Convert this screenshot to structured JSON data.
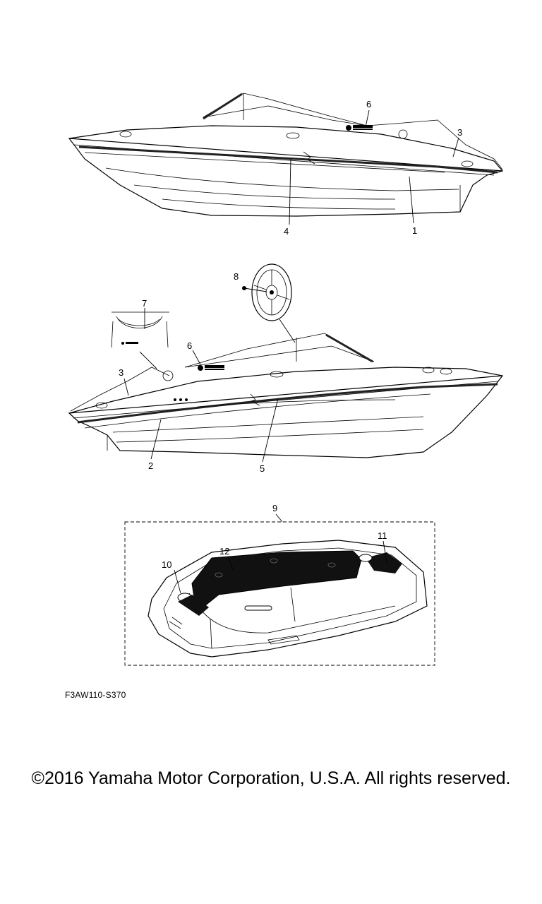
{
  "diagram": {
    "drawing_id": "F3AW110-S370",
    "copyright": "©2016 Yamaha Motor Corporation, U.S.A. All rights reserved.",
    "callouts": {
      "c1": "1",
      "c2": "2",
      "c3a": "3",
      "c3b": "3",
      "c4": "4",
      "c5": "5",
      "c6a": "6",
      "c6b": "6",
      "c7": "7",
      "c8": "8",
      "c9": "9",
      "c10": "10",
      "c11": "11",
      "c12": "12"
    }
  }
}
